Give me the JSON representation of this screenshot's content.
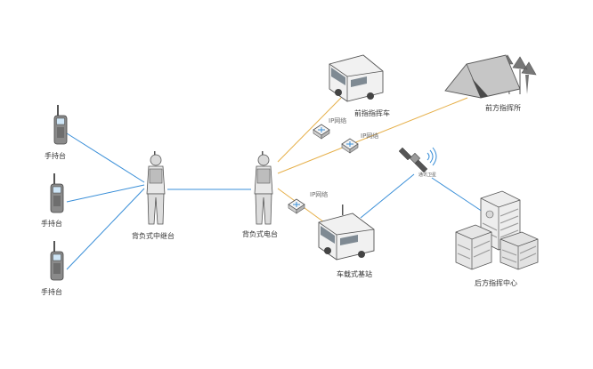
{
  "nodes": {
    "handheld_1": "手持台",
    "handheld_2": "手持台",
    "handheld_3": "手持台",
    "backpack_relay": "背负式中继台",
    "backpack_radio": "背负式电台",
    "front_command_vehicle": "前指指挥车",
    "front_command_post": "前方指挥所",
    "vehicle_base_station": "车载式基站",
    "rear_command_center": "后方指挥中心"
  },
  "links": {
    "ip_network_1": "IP网络",
    "ip_network_2": "IP网络",
    "ip_network_3": "IP网络",
    "satellite": "通讯卫星"
  },
  "colors": {
    "blue_link": "#3a8fd8",
    "orange_link": "#e6b04a",
    "outline": "#555555",
    "fill_light": "#f1f1f1",
    "fill_mid": "#d9d9d9",
    "fill_dark": "#bdbdbd"
  }
}
